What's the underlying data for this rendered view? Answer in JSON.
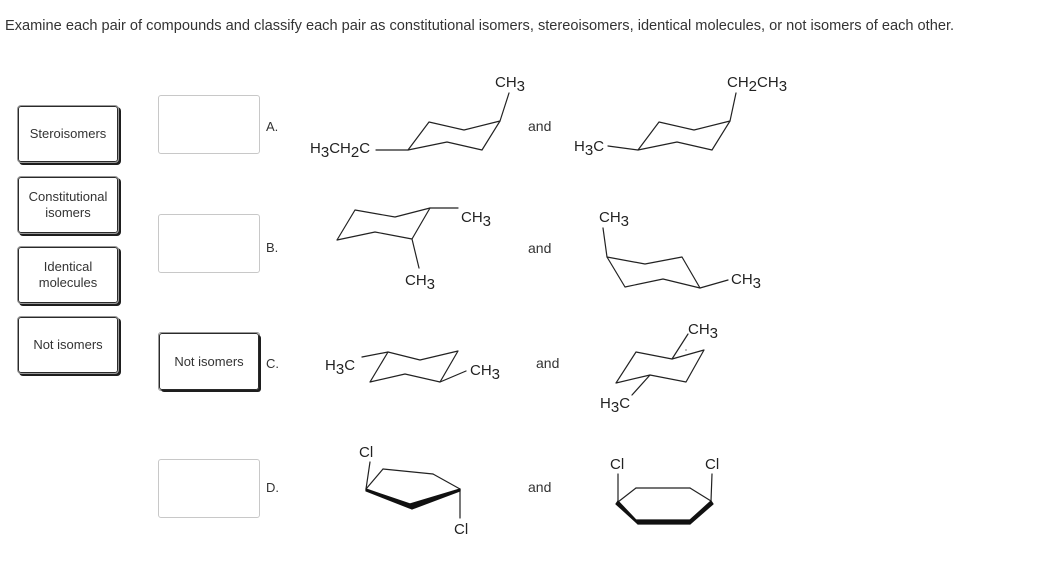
{
  "instructions": "Examine each pair of compounds and classify each pair as constitutional isomers, stereoisomers, identical molecules, or not isomers of each other.",
  "answer_bank": [
    {
      "label": "Steroisomers"
    },
    {
      "label": "Constitutional isomers"
    },
    {
      "label": "Identical molecules"
    },
    {
      "label": "Not isomers"
    }
  ],
  "questions": [
    {
      "letter": "A.",
      "answer": "",
      "connector": "and"
    },
    {
      "letter": "B.",
      "answer": "",
      "connector": "and"
    },
    {
      "letter": "C.",
      "answer": "Not isomers",
      "connector": "and"
    },
    {
      "letter": "D.",
      "answer": "",
      "connector": "and"
    }
  ],
  "structure_labels": {
    "a_left_ch3": "CH3",
    "a_left_sub": "H3CH2C",
    "a_right_sub": "CH2CH3",
    "a_right_h3c": "H3C",
    "b_left_ch3_right": "CH3",
    "b_left_ch3_down": "CH3",
    "b_right_ch3_up": "CH3",
    "b_right_ch3_right": "CH3",
    "c_left_h3c": "H3C",
    "c_left_ch3": "CH3",
    "c_right_ch3": "CH3",
    "c_right_h3c": "H3C",
    "d_left_cl_top": "Cl",
    "d_left_cl_bottom": "Cl",
    "d_right_cl_left": "Cl",
    "d_right_cl_right": "Cl"
  }
}
